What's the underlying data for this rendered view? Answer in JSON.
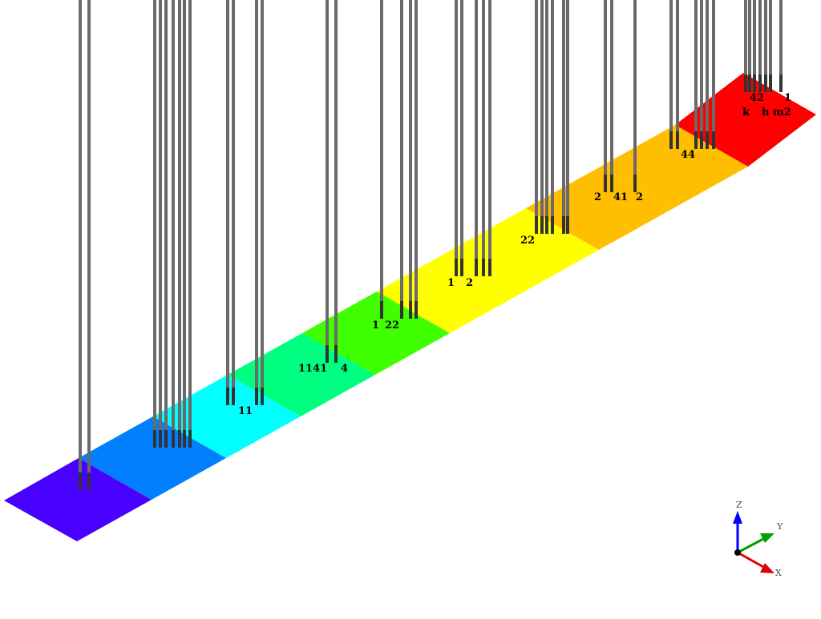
{
  "tiles": [
    {
      "color": "#4800ff"
    },
    {
      "color": "#0080ff"
    },
    {
      "color": "#00ffff"
    },
    {
      "color": "#00ff80"
    },
    {
      "color": "#40ff00"
    },
    {
      "color": "#ffff00"
    },
    {
      "color": "#ffbf00"
    },
    {
      "color": "#ff0000"
    }
  ],
  "labels": [
    "11",
    "1141",
    "4",
    "1",
    "22",
    "1",
    "2",
    "22",
    "2",
    "41",
    "2",
    "44",
    "42",
    "1",
    "k",
    "h",
    "m2"
  ],
  "axes": {
    "z": {
      "label": "Z",
      "color": "#0000ff"
    },
    "y": {
      "label": "Y",
      "color": "#00a000"
    },
    "x": {
      "label": "X",
      "color": "#e00000"
    }
  }
}
